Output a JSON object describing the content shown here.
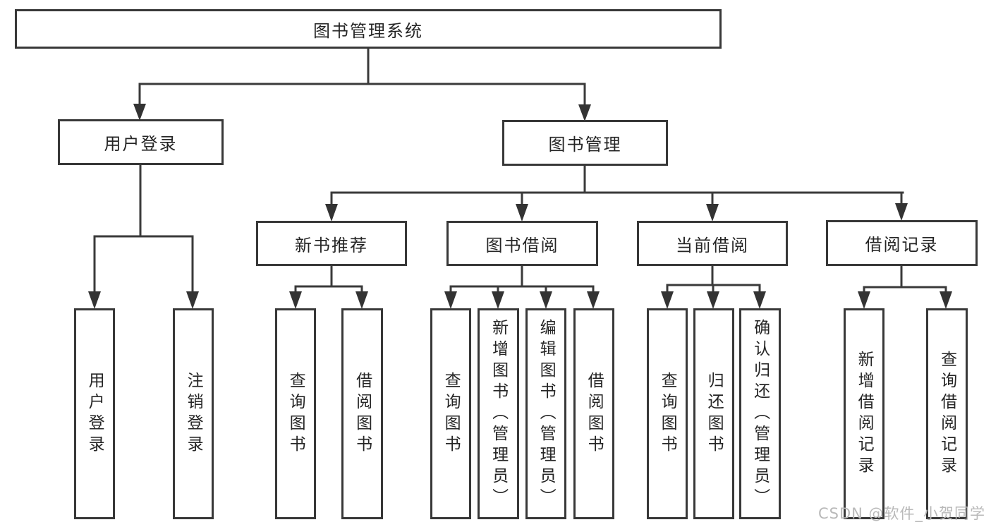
{
  "diagram": {
    "title": "图书管理系统",
    "nodes": {
      "root": "图书管理系统",
      "user_login": "用户登录",
      "book_mgmt": "图书管理",
      "new_book": "新书推荐",
      "book_borrow": "图书借阅",
      "current_borrow": "当前借阅",
      "borrow_record": "借阅记录",
      "leaf_user_login": "用户登录",
      "leaf_logout": "注销登录",
      "leaf_nb_query": "查询图书",
      "leaf_nb_borrow": "借阅图书",
      "leaf_bb_query": "查询图书",
      "leaf_bb_add": "新增图书（管理员）",
      "leaf_bb_edit": "编辑图书（管理员）",
      "leaf_bb_borrow": "借阅图书",
      "leaf_cb_query": "查询图书",
      "leaf_cb_return": "归还图书",
      "leaf_cb_confirm": "确认归还（管理员）",
      "leaf_br_add": "新增借阅记录",
      "leaf_br_query": "查询借阅记录"
    },
    "colors": {
      "line": "#3a3a3a",
      "border": "#383838",
      "text": "#252525",
      "watermark": "#b9b9b9",
      "background": "#ffffff"
    }
  },
  "watermark": "CSDN @软件_小贺同学"
}
